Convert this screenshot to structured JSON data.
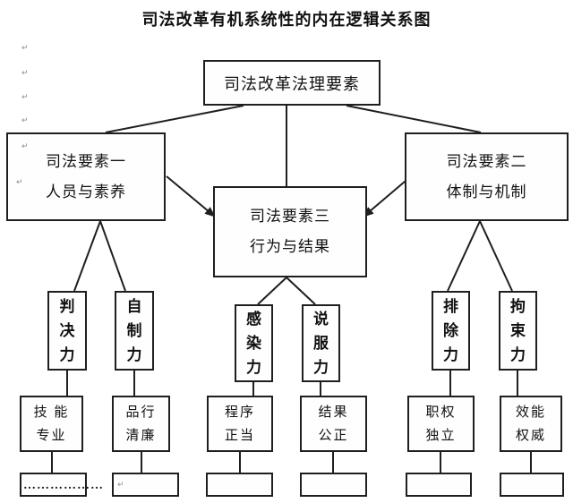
{
  "title": "司法改革有机系统性的内在逻辑关系图",
  "nodes": {
    "root": "司法改革法理要素",
    "level2": [
      {
        "line1": "司法要素一",
        "line2": "人员与素养"
      },
      {
        "line1": "司法要素二",
        "line2": "体制与机制"
      },
      {
        "line1": "司法要素三",
        "line2": "行为与结果"
      }
    ],
    "forces": [
      "判决力",
      "自制力",
      "感染力",
      "说服力",
      "排除力",
      "拘束力"
    ],
    "qualities": [
      "技 能\n专业",
      "品行\n清廉",
      "程序\n正当",
      "结果\n公正",
      "职权\n独立",
      "效能\n权威"
    ]
  },
  "decorations": {
    "return_mark": "↵",
    "dotted_line": "………………"
  }
}
